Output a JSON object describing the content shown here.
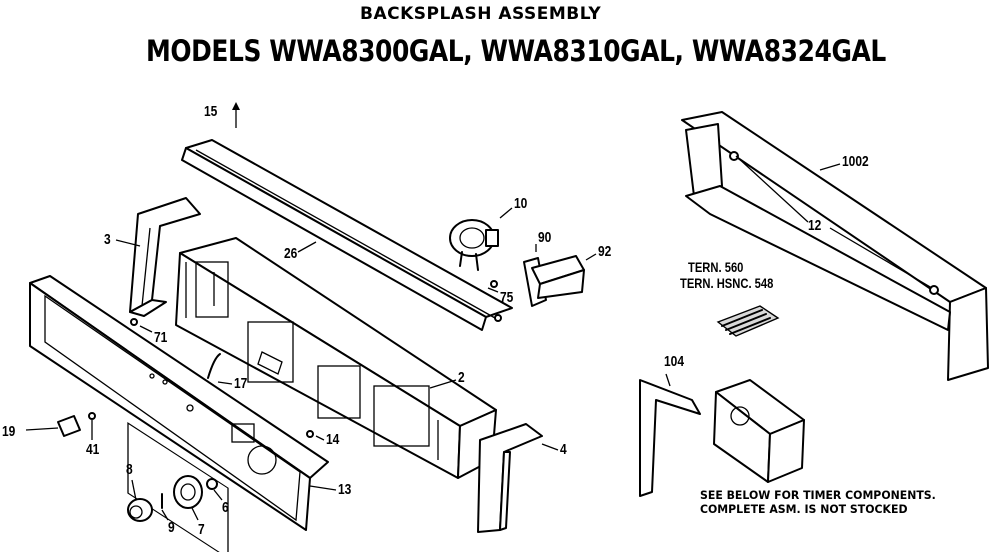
{
  "header": {
    "title": "BACKSPLASH ASSEMBLY",
    "subtitle": "MODELS WWA8300GAL, WWA8310GAL, WWA8324GAL"
  },
  "parts": [
    {
      "id": "p15",
      "label": "15"
    },
    {
      "id": "p10",
      "label": "10"
    },
    {
      "id": "p1002",
      "label": "1002"
    },
    {
      "id": "p3",
      "label": "3"
    },
    {
      "id": "p26",
      "label": "26"
    },
    {
      "id": "p90",
      "label": "90"
    },
    {
      "id": "p12",
      "label": "12"
    },
    {
      "id": "p92",
      "label": "92"
    },
    {
      "id": "p75",
      "label": "75"
    },
    {
      "id": "p71",
      "label": "71"
    },
    {
      "id": "p104",
      "label": "104"
    },
    {
      "id": "p17",
      "label": "17"
    },
    {
      "id": "p2",
      "label": "2"
    },
    {
      "id": "p19",
      "label": "19"
    },
    {
      "id": "p41",
      "label": "41"
    },
    {
      "id": "p14",
      "label": "14"
    },
    {
      "id": "p4",
      "label": "4"
    },
    {
      "id": "p8",
      "label": "8"
    },
    {
      "id": "p13",
      "label": "13"
    },
    {
      "id": "p6",
      "label": "6"
    },
    {
      "id": "p9",
      "label": "9"
    },
    {
      "id": "p7",
      "label": "7"
    }
  ],
  "term_labels": {
    "line1": "TERN. 560",
    "line2": "TERN. HSNC. 548"
  },
  "note": {
    "line1": "SEE BELOW FOR TIMER COMPONENTS.",
    "line2": "COMPLETE ASM. IS NOT STOCKED"
  }
}
